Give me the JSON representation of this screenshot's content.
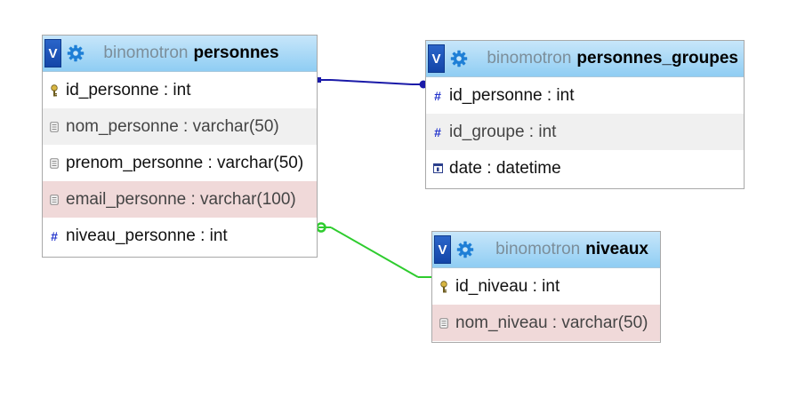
{
  "tables": {
    "personnes": {
      "database": "binomotron",
      "name": "personnes",
      "columns": [
        {
          "text": "id_personne : int",
          "icon": "primary-key-icon"
        },
        {
          "text": "nom_personne : varchar(50)",
          "icon": "field-icon"
        },
        {
          "text": "prenom_personne : varchar(50)",
          "icon": "field-icon"
        },
        {
          "text": "email_personne : varchar(100)",
          "icon": "field-icon"
        },
        {
          "text": "niveau_personne : int",
          "icon": "numeric-icon"
        }
      ]
    },
    "personnes_groupes": {
      "database": "binomotron",
      "name": "personnes_groupes",
      "columns": [
        {
          "text": "id_personne : int",
          "icon": "numeric-icon"
        },
        {
          "text": "id_groupe : int",
          "icon": "numeric-icon"
        },
        {
          "text": "date : datetime",
          "icon": "calendar-icon"
        }
      ]
    },
    "niveaux": {
      "database": "binomotron",
      "name": "niveaux",
      "columns": [
        {
          "text": "id_niveau : int",
          "icon": "primary-key-icon"
        },
        {
          "text": "nom_niveau : varchar(50)",
          "icon": "field-icon"
        }
      ]
    }
  },
  "header": {
    "toggle_label": "V",
    "options_icon": "gear-icon"
  },
  "relations": [
    {
      "from": "personnes",
      "to": "personnes_groupes",
      "color": "#1a1aa8"
    },
    {
      "from": "personnes",
      "to": "niveaux",
      "color": "#2ecc2e"
    }
  ],
  "colors": {
    "header_top": "#c7e6fa",
    "header_bottom": "#8fcdf3",
    "row_alt": "#f0f0f0",
    "row_highlight": "#f0d9d9",
    "toggle_bg": "#1f56bd"
  }
}
